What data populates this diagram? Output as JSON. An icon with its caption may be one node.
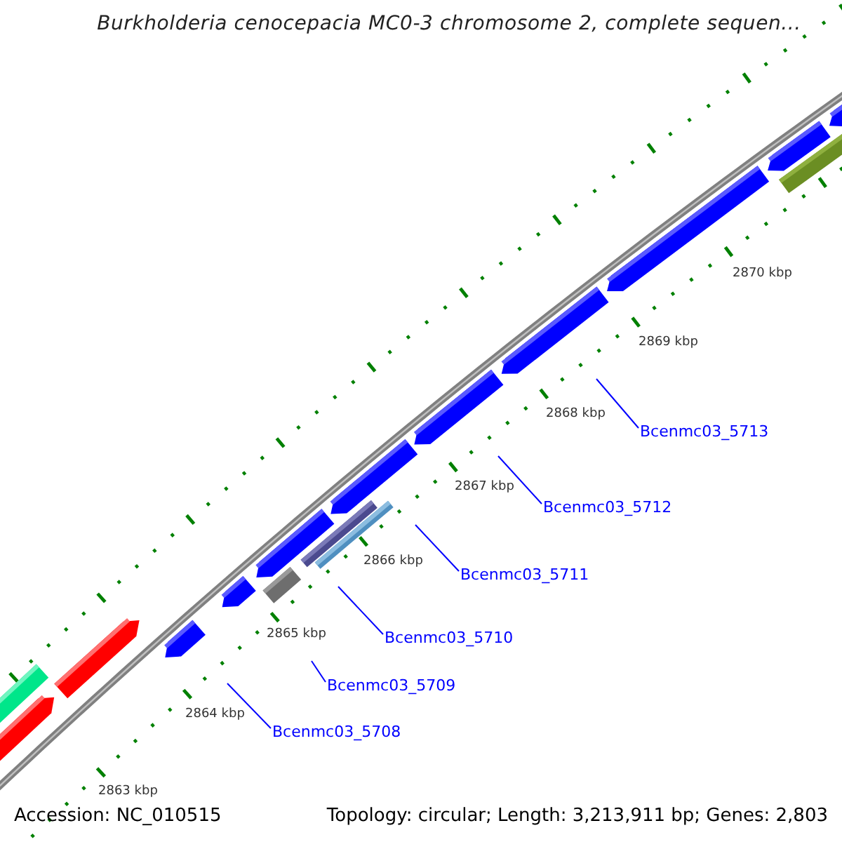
{
  "diagram": {
    "title": "Burkholderia cenocepacia MC0-3 chromosome 2, complete sequen...",
    "nodes": [
      {
        "text": [
          "Bcenmc03_5713"
        ]
      },
      {
        "text": [
          "Bcenmc03_5712"
        ]
      },
      {
        "text": [
          "Bcenmc03_5711"
        ]
      },
      {
        "text": [
          "Bcenmc03_5710"
        ]
      },
      {
        "text": [
          "Bcenmc03_5709"
        ]
      },
      {
        "text": [
          "Bcenmc03_5708"
        ]
      }
    ],
    "edges": [
      {
        "from": 0,
        "to": null,
        "arrow": "none"
      },
      {
        "from": 1,
        "to": null,
        "arrow": "none"
      },
      {
        "from": 2,
        "to": null,
        "arrow": "none"
      },
      {
        "from": 3,
        "to": null,
        "arrow": "none"
      },
      {
        "from": 4,
        "to": null,
        "arrow": "none"
      },
      {
        "from": 5,
        "to": null,
        "arrow": "none"
      }
    ],
    "labels": [
      "2870 kbp",
      "2869 kbp",
      "2868 kbp",
      "2867 kbp",
      "2866 kbp",
      "2865 kbp",
      "2864 kbp",
      "2863 kbp",
      "Accession: NC_010515",
      "Topology: circular; Length: 3,213,911 bp; Genes: 2,803"
    ]
  }
}
